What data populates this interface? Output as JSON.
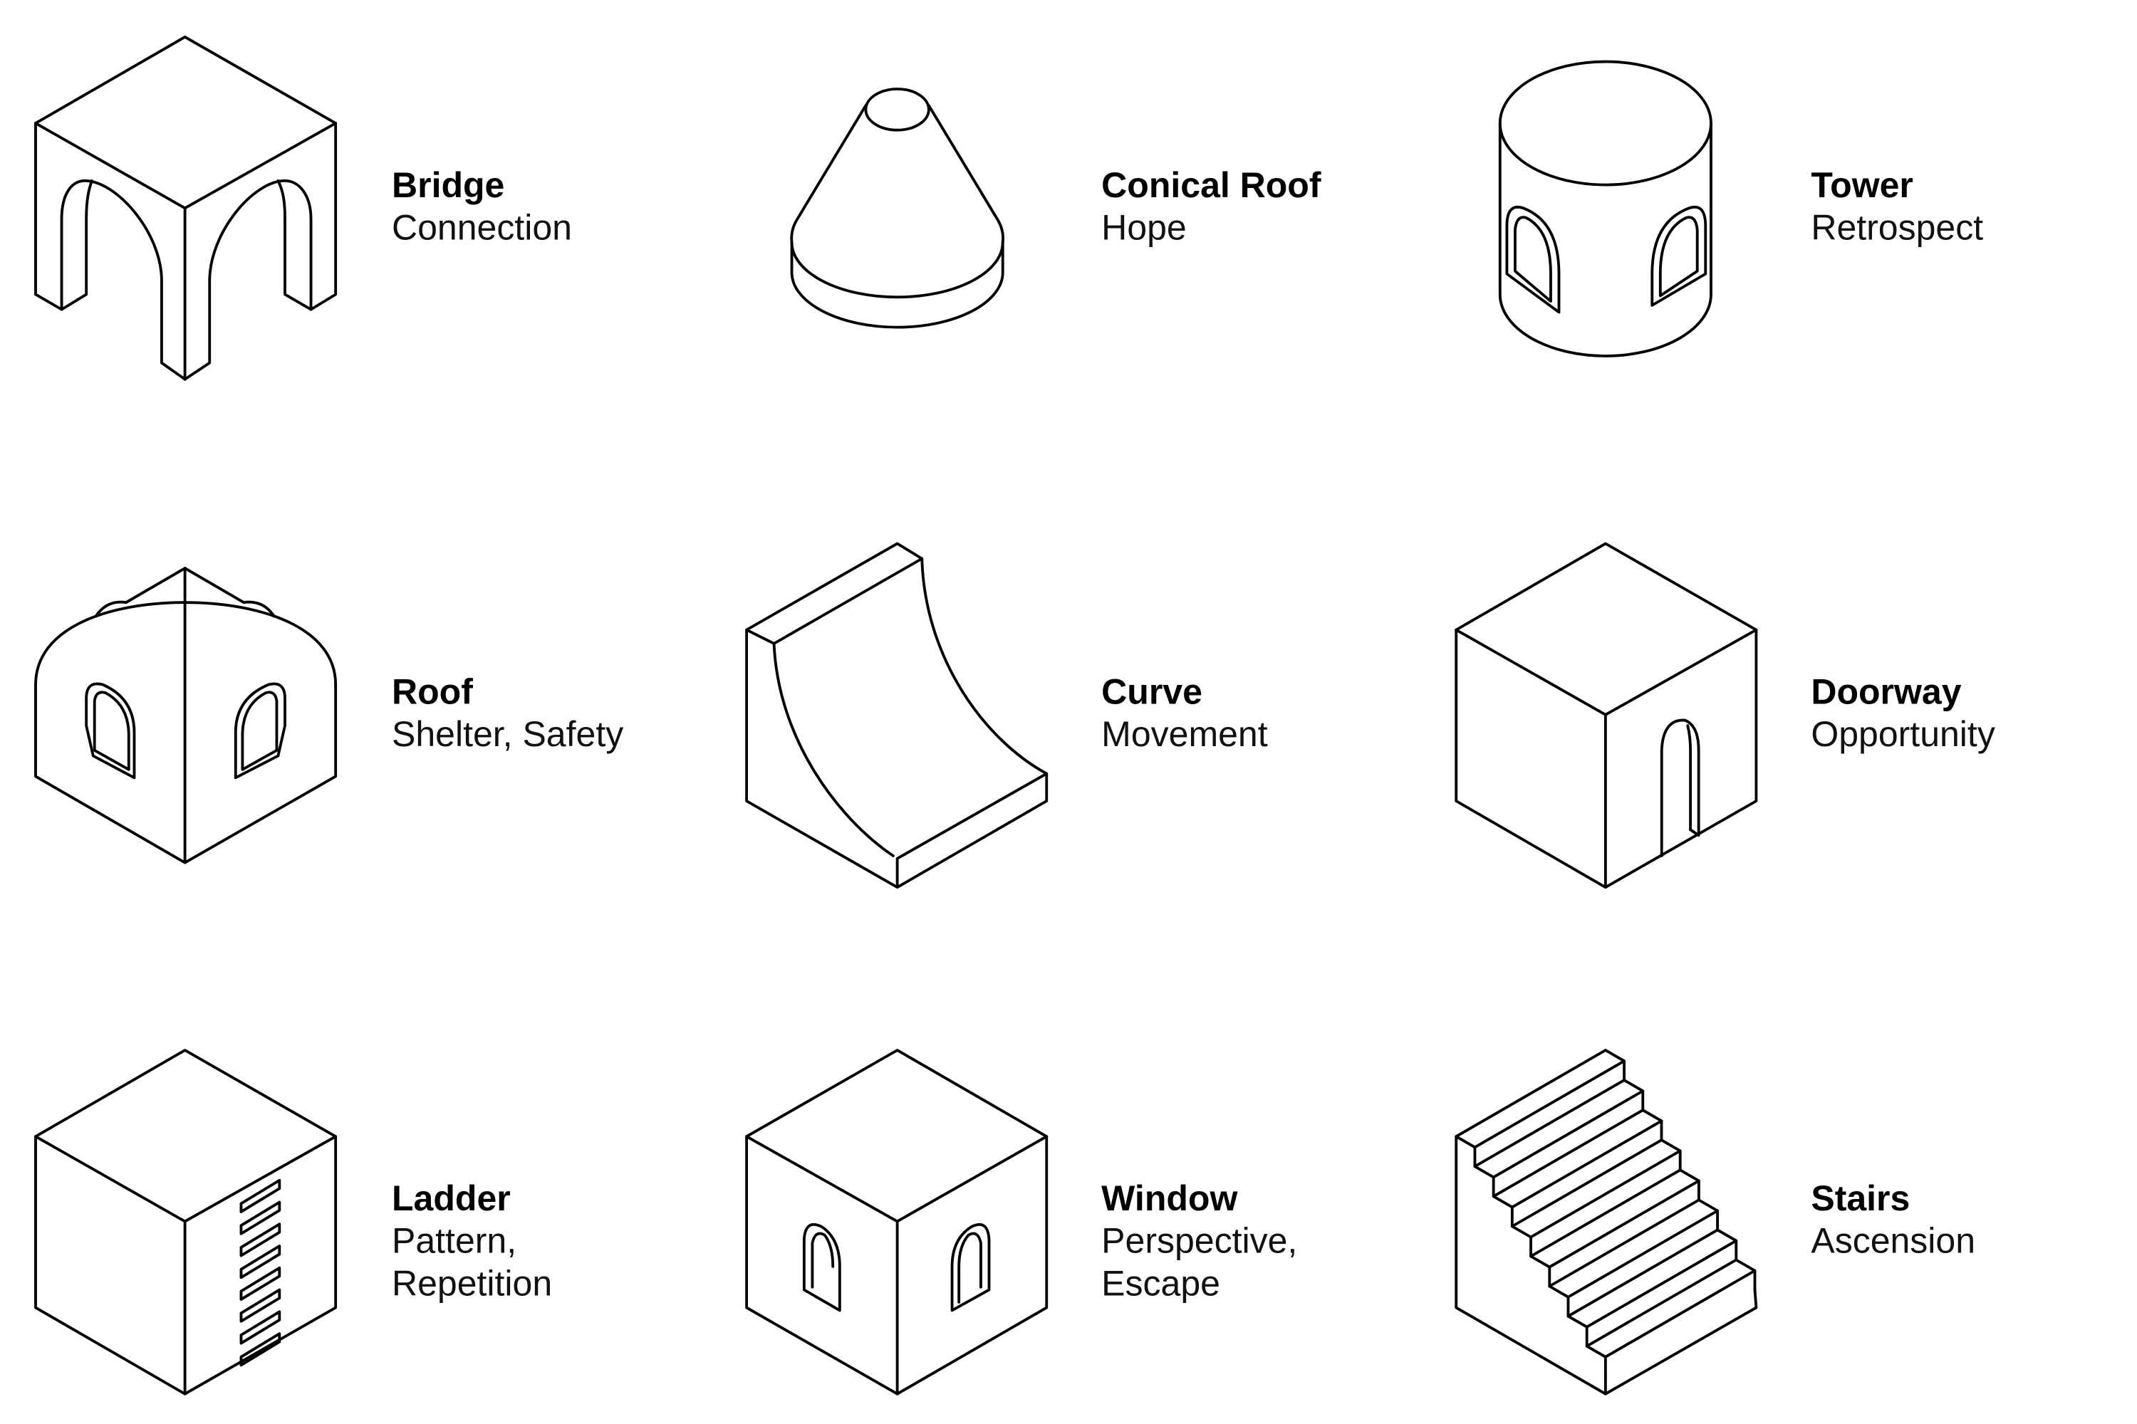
{
  "items": [
    {
      "title": "Bridge",
      "subtitle_lines": [
        "Connection"
      ],
      "icon": "bridge-icon"
    },
    {
      "title": "Conical Roof",
      "subtitle_lines": [
        "Hope"
      ],
      "icon": "conical-roof-icon"
    },
    {
      "title": "Tower",
      "subtitle_lines": [
        "Retrospect"
      ],
      "icon": "tower-icon"
    },
    {
      "title": "Roof",
      "subtitle_lines": [
        "Shelter, Safety"
      ],
      "icon": "roof-icon"
    },
    {
      "title": "Curve",
      "subtitle_lines": [
        "Movement"
      ],
      "icon": "curve-icon"
    },
    {
      "title": "Doorway",
      "subtitle_lines": [
        "Opportunity"
      ],
      "icon": "doorway-icon"
    },
    {
      "title": "Ladder",
      "subtitle_lines": [
        "Pattern,",
        "Repetition"
      ],
      "icon": "ladder-icon"
    },
    {
      "title": "Window",
      "subtitle_lines": [
        "Perspective,",
        "Escape"
      ],
      "icon": "window-icon"
    },
    {
      "title": "Stairs",
      "subtitle_lines": [
        "Ascension"
      ],
      "icon": "stairs-icon"
    }
  ]
}
